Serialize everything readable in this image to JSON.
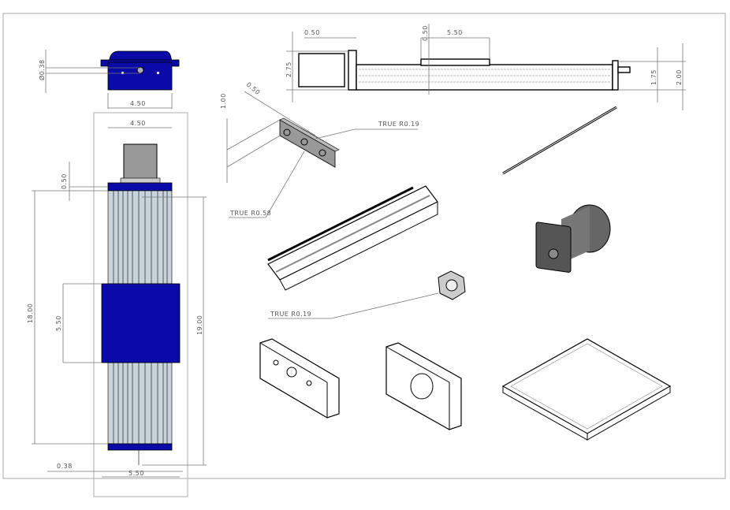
{
  "sheet": {
    "title": "Linear actuator assembly drawing"
  },
  "front_view": {
    "hole_dia": "Ø0.38",
    "top_width": "4.50",
    "body_width": "4.50",
    "motor_plate": "0.50",
    "overall_length": "18.00",
    "carriage_length": "5.50",
    "rail_length": "19.00",
    "shaft_offset": "0.38",
    "base_width": "5.50"
  },
  "side_view": {
    "plate_thickness": "0.50",
    "carriage_offset": "0.50",
    "carriage_length": "5.50",
    "motor_height": "2.75",
    "rail_height": "1.75",
    "overall_height": "2.00"
  },
  "bracket_view": {
    "height": "1.00",
    "width": "0.50",
    "radius_small": "TRUE R0.19",
    "radius_large": "TRUE R0.58"
  },
  "nut_view": {
    "radius": "TRUE R0.19"
  },
  "colors": {
    "part_blue": "#0a0aa8",
    "border": "#999999"
  }
}
